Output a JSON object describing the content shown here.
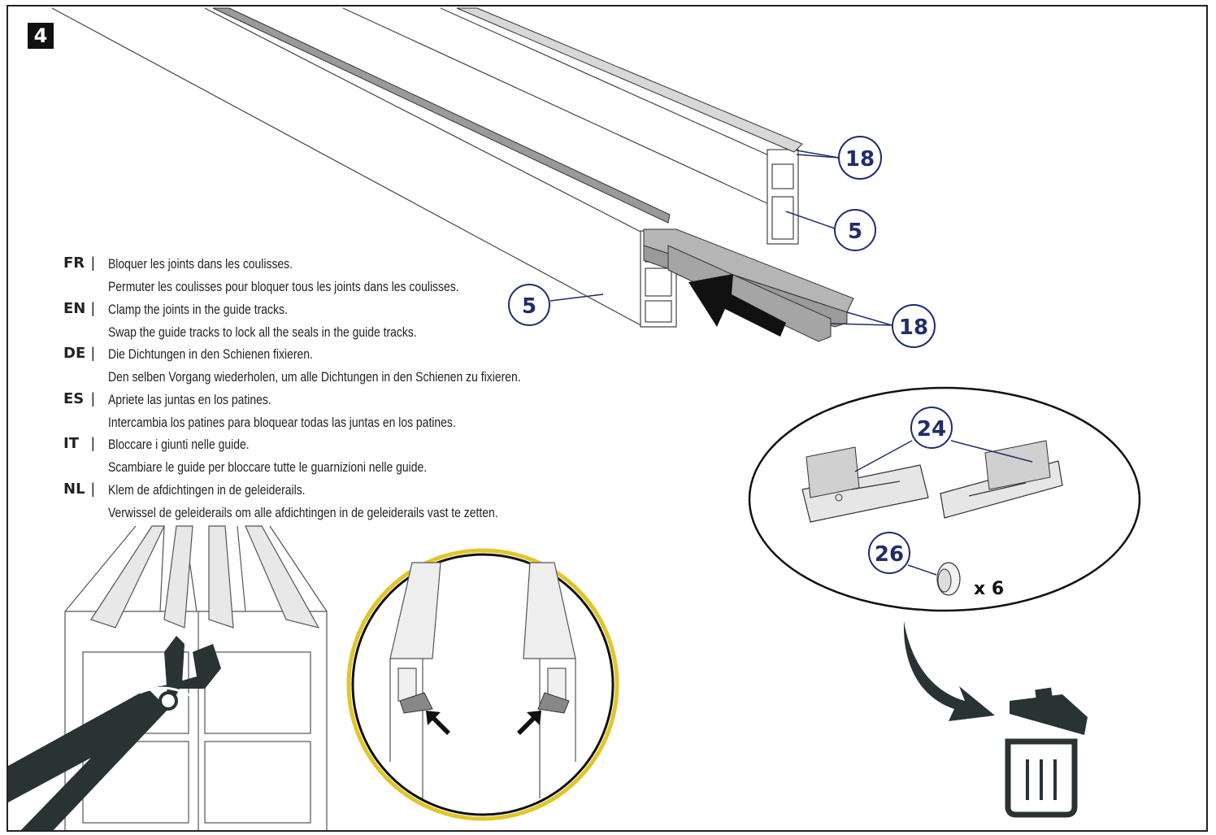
{
  "step": {
    "number": "4"
  },
  "instructions": [
    {
      "code": "FR",
      "line1": "Bloquer les joints dans les coulisses.",
      "line2": "Permuter les coulisses pour bloquer tous les joints dans les coulisses."
    },
    {
      "code": "EN",
      "line1": "Clamp the joints in the guide tracks.",
      "line2": "Swap the guide tracks to lock all the seals in the guide tracks."
    },
    {
      "code": "DE",
      "line1": "Die Dichtungen in den Schienen fixieren.",
      "line2": "Den selben Vorgang wiederholen, um alle Dichtungen in den Schienen zu fixieren."
    },
    {
      "code": "ES",
      "line1": "Apriete las juntas en los patines.",
      "line2": "Intercambia los patines para bloquear todas las juntas en los patines."
    },
    {
      "code": "IT",
      "line1": "Bloccare i giunti nelle guide.",
      "line2": "Scambiare le guide per bloccare tutte le guarnizioni nelle guide."
    },
    {
      "code": "NL",
      "line1": "Klem de afdichtingen in de geleiderails.",
      "line2": "Verwissel de geleiderails om alle afdichtingen in de geleiderails vast te zetten."
    }
  ],
  "separator": "|",
  "callouts": {
    "track_top": "18",
    "profile_right": "5",
    "profile_left": "5",
    "track_bottom": "18",
    "end_caps": "24",
    "plugs": "26"
  },
  "plug_quantity": "x 6",
  "colors": {
    "callout_blue": "#1f2d6b",
    "profile_grey": "#a8a8a8",
    "tool_dark": "#2a3333",
    "lens_ring": "#e0c62a"
  },
  "icons": [
    "arrow-icon",
    "pliers-icon",
    "trash-bin-icon"
  ]
}
